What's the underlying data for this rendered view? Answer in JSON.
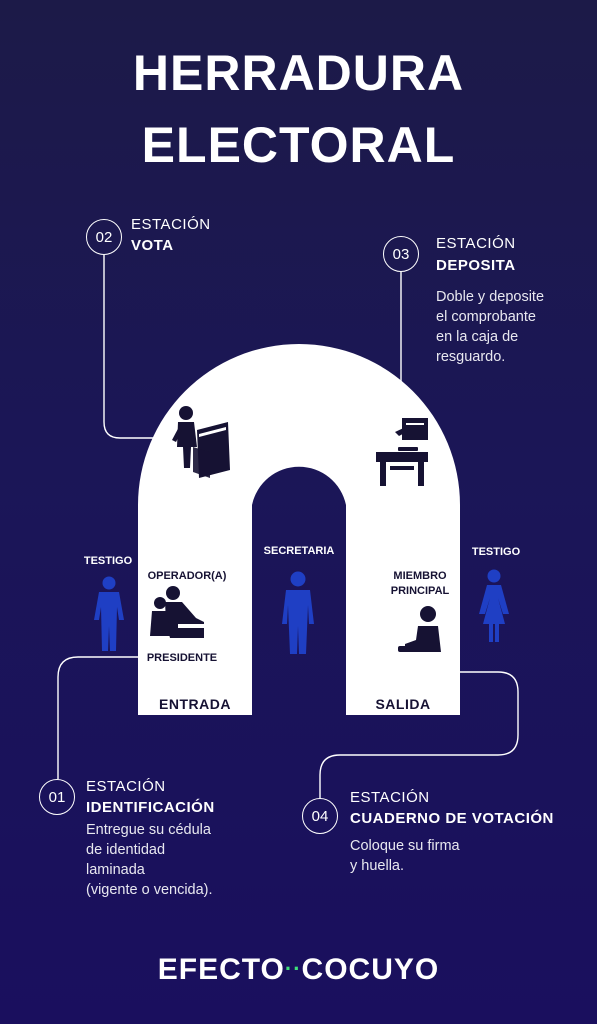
{
  "title": {
    "line1": "HERRADURA",
    "line2": "ELECTORAL"
  },
  "stations": [
    {
      "number": "01",
      "label": "ESTACIÓN",
      "name": "IDENTIFICACIÓN",
      "description": [
        "Entregue su cédula",
        "de identidad",
        "laminada",
        "(vigente o vencida)."
      ]
    },
    {
      "number": "02",
      "label": "ESTACIÓN",
      "name": "VOTA"
    },
    {
      "number": "03",
      "label": "ESTACIÓN",
      "name": "DEPOSITA",
      "description": [
        "Doble y deposite",
        "el comprobante",
        "en la caja de",
        "resguardo."
      ]
    },
    {
      "number": "04",
      "label": "ESTACIÓN",
      "name": "CUADERNO DE VOTACIÓN",
      "description": [
        "Coloque su firma",
        "y huella."
      ]
    }
  ],
  "roles": {
    "testigo_left": "TESTIGO",
    "testigo_right": "TESTIGO",
    "secretaria": "SECRETARIA",
    "operador": "OPERADOR(A)",
    "presidente": "PRESIDENTE",
    "miembro": [
      "MIEMBRO",
      "PRINCIPAL"
    ]
  },
  "doors": {
    "entrada": "ENTRADA",
    "salida": "SALIDA"
  },
  "footer": {
    "left": "EFECTO",
    "separator": "··",
    "right": "COCUYO"
  },
  "colors": {
    "accent_blue": "#1f3fc4",
    "dots_green": "#3fe07a",
    "shape_white": "#ffffff"
  },
  "icons": [
    "voter-booth-icon",
    "ballot-box-icon",
    "operator-icon",
    "member-icon",
    "person-icon"
  ]
}
